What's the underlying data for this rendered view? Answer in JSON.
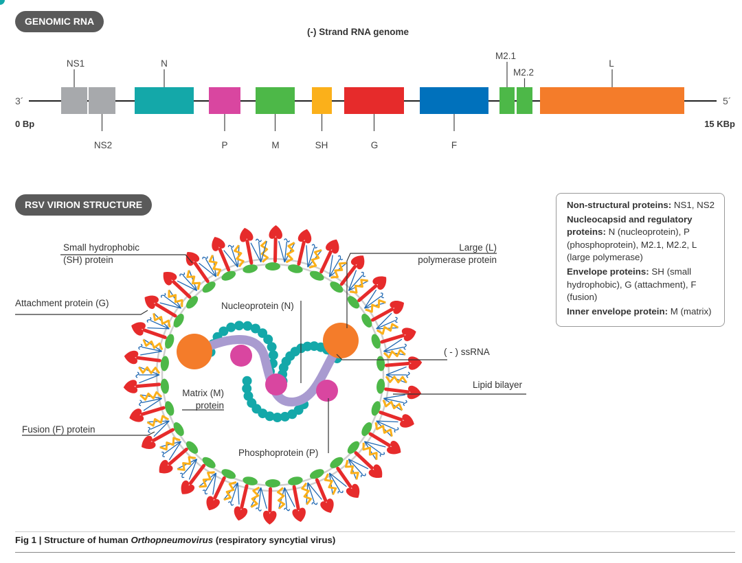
{
  "sections": {
    "genomic_rna": "GENOMIC RNA",
    "virion": "RSV VIRION STRUCTURE"
  },
  "genome": {
    "title": "(-) Strand RNA genome",
    "end_left": "3´",
    "end_right": "5´",
    "start_label": "0 Bp",
    "end_label": "15 KBp",
    "genes": [
      {
        "name": "NS1",
        "color": "#a7a9ac"
      },
      {
        "name": "NS2",
        "color": "#a7a9ac"
      },
      {
        "name": "N",
        "color": "#14a8a9"
      },
      {
        "name": "P",
        "color": "#d946a0"
      },
      {
        "name": "M",
        "color": "#4db848"
      },
      {
        "name": "SH",
        "color": "#fbb01a"
      },
      {
        "name": "G",
        "color": "#e62b2b"
      },
      {
        "name": "F",
        "color": "#0071bc"
      },
      {
        "name": "M2.1",
        "color": "#4db848"
      },
      {
        "name": "M2.2",
        "color": "#4db848"
      },
      {
        "name": "L",
        "color": "#f47c2a"
      }
    ]
  },
  "virion_labels": {
    "sh": "Small hydrophobic",
    "sh2": "(SH) protein",
    "g": "Attachment protein (G)",
    "f": "Fusion (F) protein",
    "l": "Large (L)",
    "l2": "polymerase protein",
    "n": "Nucleoprotein (N)",
    "ssrna": "( - ) ssRNA",
    "lipid": "Lipid bilayer",
    "m": "Matrix (M)",
    "m2": "protein",
    "p": "Phosphoprotein (P)"
  },
  "legend": {
    "nonstruct_head": "Non-structural proteins:",
    "nonstruct_body": " NS1, NS2",
    "nuc_head": "Nucleocapsid and regulatory proteins:",
    "nuc_body": " N (nucleoprotein), P (phosphoprotein), M2.1, M2.2, L (large polymerase)",
    "env_head": "Envelope proteins:",
    "env_body": " SH (small hydrophobic), G (attachment), F (fusion)",
    "inner_head": "Inner envelope protein:",
    "inner_body": " M (matrix)"
  },
  "caption": {
    "prefix": "Fig 1 | Structure of human ",
    "italic": "Orthopneumovirus",
    "suffix": " (respiratory syncytial virus)"
  },
  "colors": {
    "line": "#222222",
    "membrane": "#cfcfcf",
    "spike_red": "#e62b2b",
    "sh_orange": "#fbb01a",
    "m_green": "#4db848",
    "blue_tail": "#1f67b1",
    "nucleo": "#14a8a9",
    "phospho": "#d946a0",
    "polymerase": "#f47c2a",
    "rna": "#a99bd0"
  }
}
